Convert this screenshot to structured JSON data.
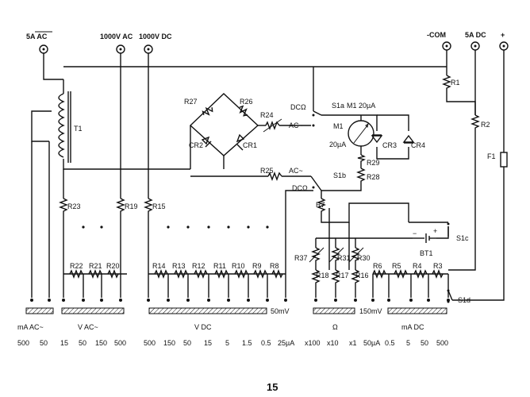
{
  "jacks": {
    "a5ac": "5A AC",
    "v1000ac": "1000V AC",
    "v1000dc": "1000V DC",
    "com": "-COM",
    "a5dc": "5A DC",
    "plus": "+"
  },
  "components": {
    "t1": "T1",
    "r1": "R1",
    "r2": "R2",
    "r3": "R3",
    "r4": "R4",
    "r5": "R5",
    "r6": "R6",
    "r7": "R7",
    "r8": "R8",
    "r9": "R9",
    "r10": "R10",
    "r11": "R11",
    "r12": "R12",
    "r13": "R13",
    "r14": "R14",
    "r15": "R15",
    "r16": "R16",
    "r17": "R17",
    "r18": "R18",
    "r19": "R19",
    "r20": "R20",
    "r21": "R21",
    "r22": "R22",
    "r23": "R23",
    "r24": "R24",
    "r25": "R25",
    "r26": "R26",
    "r27": "R27",
    "r28": "R28",
    "r29": "R29",
    "r30": "R30",
    "r31": "R31",
    "r37": "R37",
    "cr1": "CR1",
    "cr2": "CR2",
    "cr3": "CR3",
    "cr4": "CR4",
    "m1_top": "M1 20µA",
    "m1": "M1",
    "m1_val": "20µA",
    "s1a": "S1a",
    "s1b": "S1b",
    "s1c": "S1c",
    "s1d": "S1d",
    "bt1": "BT1",
    "f1": "F1",
    "dc_ohm_1": "DCΩ",
    "dc_ohm_2": "DCΩ",
    "ac_1": "AC~",
    "ac_2": "AC~"
  },
  "annotations": {
    "mv50": "50mV",
    "mv150": "150mV"
  },
  "ranges": {
    "ma_ac_label": "mA AC~",
    "v_ac_label": "V AC~",
    "v_dc_label": "V DC",
    "ohm_label": "Ω",
    "ma_dc_label": "mA DC",
    "ma_ac": [
      "500",
      "50"
    ],
    "v_ac": [
      "15",
      "50",
      "150",
      "500"
    ],
    "v_dc": [
      "500",
      "150",
      "50",
      "15",
      "5",
      "1.5",
      "0.5",
      "25µA"
    ],
    "ohm": [
      "x100",
      "x10",
      "x1"
    ],
    "ma_dc": [
      "50µA",
      "0.5",
      "5",
      "50",
      "500"
    ]
  },
  "page_number": "15"
}
